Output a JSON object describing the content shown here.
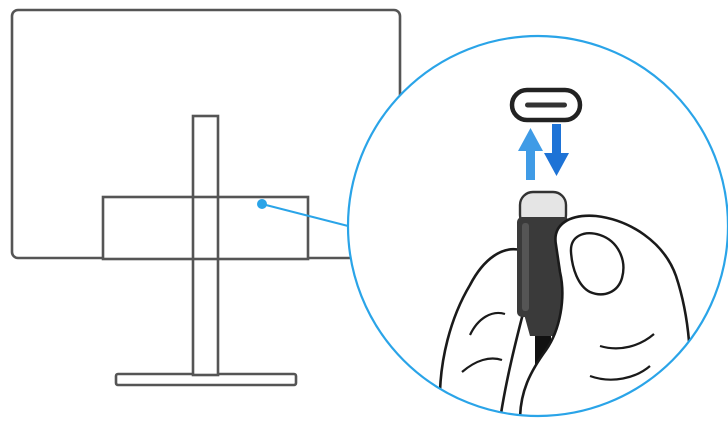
{
  "illustration": {
    "type": "monitor-rear-usb-c-connection",
    "colors": {
      "outline": "#555555",
      "accent": "#2aa4e8",
      "arrow_up": "#3f9be6",
      "arrow_down": "#1e73d6",
      "connector_dark": "#3a3a3a",
      "connector_light": "#e5e5e5",
      "cable": "#111111"
    },
    "icons": [
      "monitor-back-outline",
      "usb-c-port-icon",
      "insert-arrow-icon",
      "remove-arrow-icon",
      "usb-c-plug",
      "hand"
    ]
  }
}
